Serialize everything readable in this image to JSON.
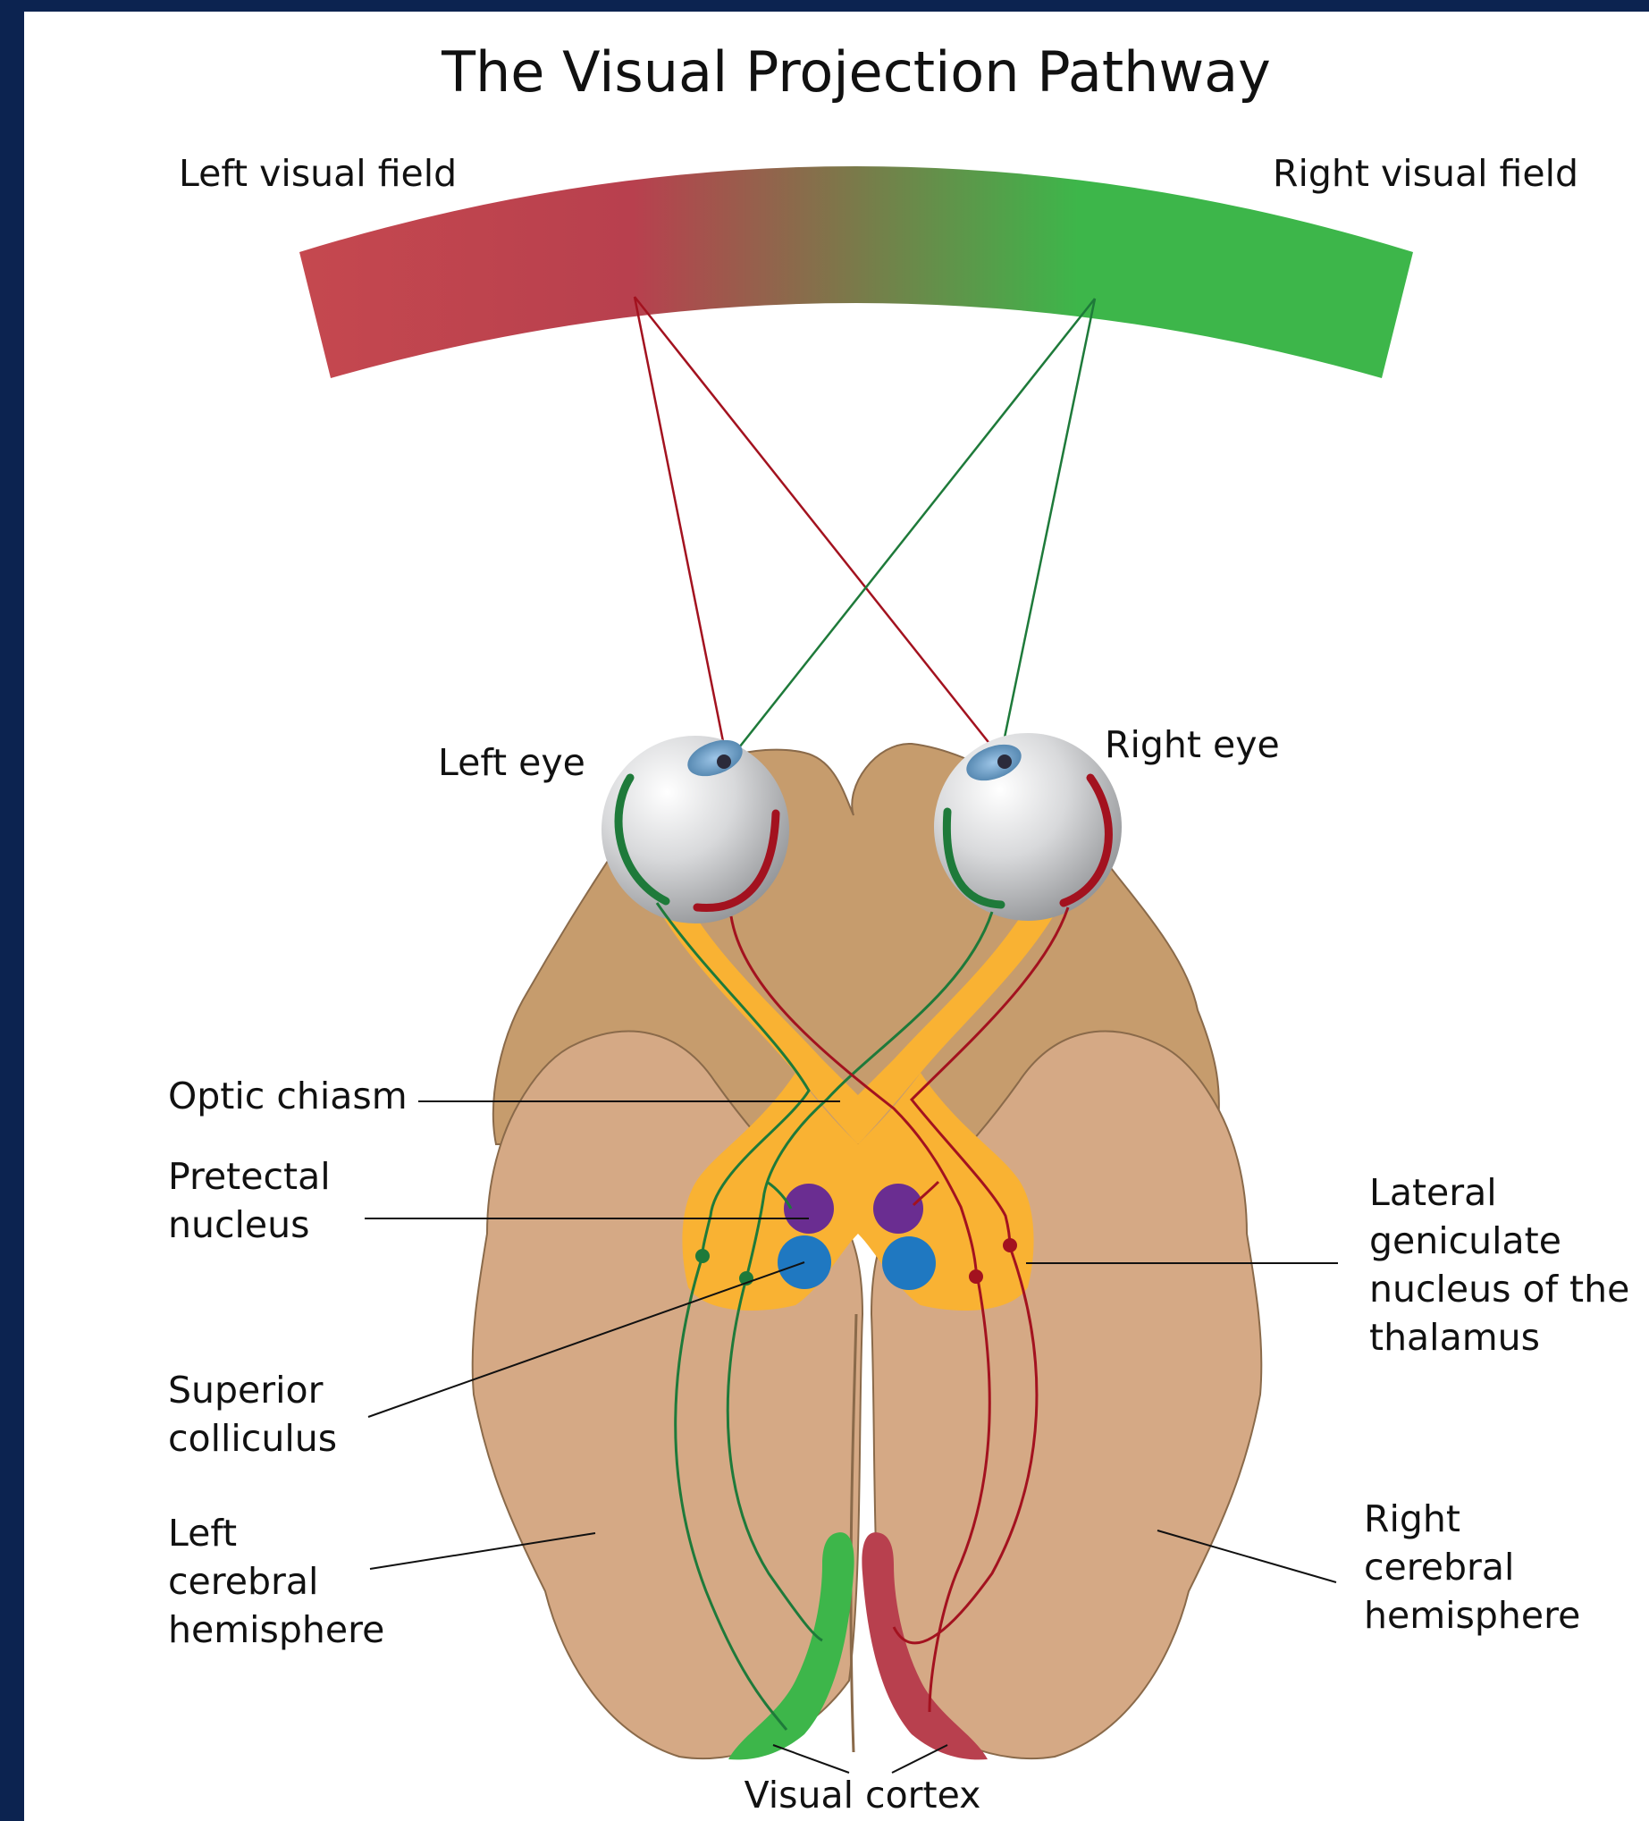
{
  "title": "The Visual Projection Pathway",
  "labels": {
    "left_visual_field": "Left visual field",
    "right_visual_field": "Right visual field",
    "left_eye": "Left eye",
    "right_eye": "Right eye",
    "optic_chiasm": "Optic chiasm",
    "pretectal_nucleus": [
      "Pretectal",
      "nucleus"
    ],
    "superior_colliculus": [
      "Superior",
      "colliculus"
    ],
    "lateral_geniculate": [
      "Lateral",
      "geniculate",
      "nucleus of the",
      "thalamus"
    ],
    "left_hemisphere": [
      "Left",
      "cerebral",
      "hemisphere"
    ],
    "right_hemisphere": [
      "Right",
      "cerebral",
      "hemisphere"
    ],
    "visual_cortex": "Visual cortex"
  },
  "colors": {
    "left_field": "#b8404e",
    "right_field": "#3db64a",
    "left_pathway": "#a3121f",
    "right_pathway": "#1e7a3a",
    "brain_outer": "#c69c6d",
    "brain_inner": "#d5a985",
    "optic_tract": "#f9b233",
    "pretectal": "#6a2d91",
    "colliculus": "#1f78c1",
    "background": "#0c2350"
  }
}
